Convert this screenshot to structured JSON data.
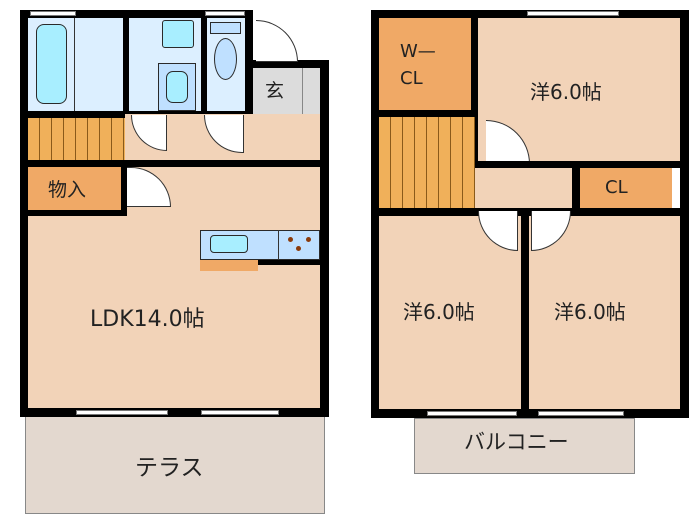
{
  "floor_plan": {
    "first_floor": {
      "rooms": [
        {
          "id": "ldk",
          "label": "LDK14.0帖"
        },
        {
          "id": "storage",
          "label": "物入"
        },
        {
          "id": "entrance",
          "label": "玄"
        },
        {
          "id": "terrace",
          "label": "テラス"
        }
      ]
    },
    "second_floor": {
      "rooms": [
        {
          "id": "wcl",
          "label_line1": "W—",
          "label_line2": "CL"
        },
        {
          "id": "western_north",
          "label": "洋6.0帖"
        },
        {
          "id": "closet",
          "label": "CL"
        },
        {
          "id": "western_sw",
          "label": "洋6.0帖"
        },
        {
          "id": "western_se",
          "label": "洋6.0帖"
        },
        {
          "id": "balcony",
          "label": "バルコニー"
        }
      ]
    },
    "colors": {
      "wall": "#000000",
      "floor": "#f2d3b8",
      "storage": "#f0a966",
      "wet_area": "#dcefff",
      "terrace": "#e3d8cf",
      "stairs": "#f0b05a"
    }
  }
}
